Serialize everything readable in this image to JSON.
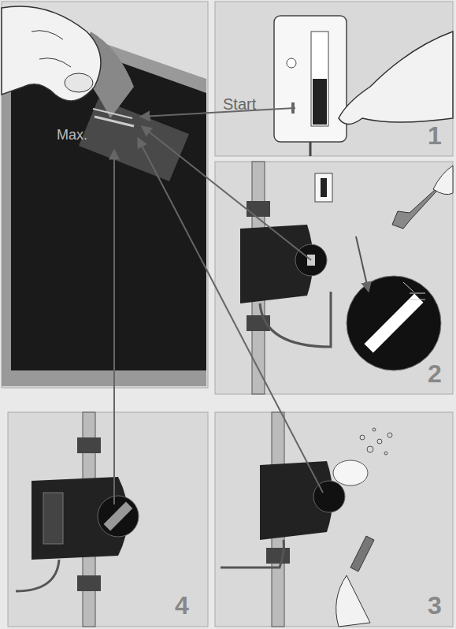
{
  "diagram": {
    "labels": [
      "Start",
      "1",
      "2",
      "Max.",
      "4",
      "3"
    ]
  }
}
